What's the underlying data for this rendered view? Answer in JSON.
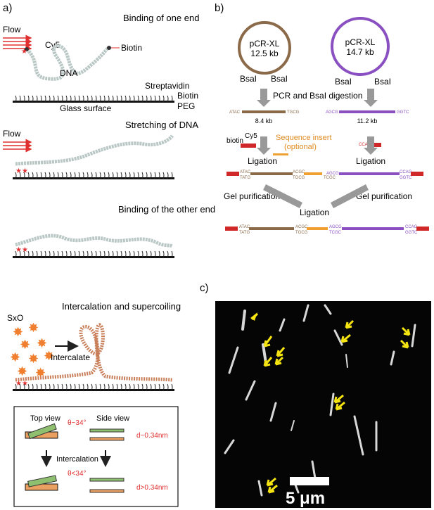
{
  "panel_a": {
    "label": "a)",
    "step1": {
      "title": "Binding of one end",
      "flow": "Flow",
      "cy5": "Cy5",
      "biotin": "Biotin",
      "dna": "DNA",
      "streptavidin": "Streptavidin",
      "biotin2": "Biotin",
      "peg": "PEG",
      "glass": "Glass surface"
    },
    "step2": {
      "title": "Stretching of DNA",
      "flow": "Flow"
    },
    "step3": {
      "title": "Binding of the other end"
    },
    "step4": {
      "title": "Intercalation and supercoiling",
      "sxo": "SxO",
      "intercalate": "Intercalate"
    },
    "inset": {
      "top_view": "Top view",
      "side_view": "Side view",
      "theta1": "θ~34°",
      "d1": "d~0.34nm",
      "intercalation": "Intercalation",
      "theta2": "θ<34°",
      "d2": "d>0.34nm"
    }
  },
  "panel_b": {
    "label": "b)",
    "plasmid1": {
      "name": "pCR-XL",
      "size": "12.5 kb",
      "site_left": "BsaI",
      "site_right": "BsaI"
    },
    "plasmid2": {
      "name": "pCR-XL",
      "size": "14.7 kb",
      "site_left": "BsaI",
      "site_right": "BsaI"
    },
    "pcr_step": "PCR and BsaI digestion",
    "frag1": {
      "left": "ATAC",
      "right": "TGCG",
      "size": "8.4 kb"
    },
    "frag2": {
      "left": "AGCG",
      "right": "GGTC",
      "size": "11.2 kb"
    },
    "biotin": "biotin",
    "cy5": "Cy5",
    "insert": "Sequence insert",
    "optional": "(optional)",
    "handle_right": "CCAG",
    "ligation": "Ligation",
    "lig1": {
      "a": "ATAC",
      "b": "TATG",
      "c": "ACGC",
      "d": "TGCG",
      "e": "TCGC"
    },
    "lig2": {
      "a": "AGCG",
      "b": "CCAG",
      "c": "GGTC"
    },
    "gel": "Gel purification",
    "ligation_final": "Ligation",
    "final": {
      "a": "ATAC",
      "b": "TATG",
      "c": "ACGC",
      "d": "TGCG",
      "e": "AGCG",
      "f": "TCGC",
      "g": "CCAG",
      "h": "GGTC"
    }
  },
  "panel_c": {
    "label": "c)",
    "scale": "5 μm"
  },
  "colors": {
    "flow": "#e03030",
    "plasmid1": "#8b6a4a",
    "plasmid2": "#8a4fc0",
    "insert": "#f0a030",
    "biotin": "#d02828",
    "arrow": "#f5e410",
    "grey": "#999999"
  }
}
